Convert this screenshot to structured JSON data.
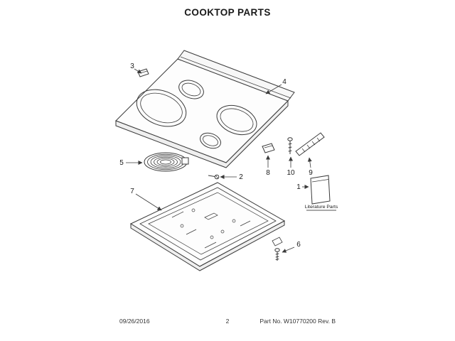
{
  "page": {
    "title": "COOKTOP PARTS"
  },
  "diagram": {
    "callouts": [
      {
        "label": "1"
      },
      {
        "label": "2"
      },
      {
        "label": "3"
      },
      {
        "label": "4"
      },
      {
        "label": "5"
      },
      {
        "label": "6"
      },
      {
        "label": "7"
      },
      {
        "label": "8"
      },
      {
        "label": "9"
      },
      {
        "label": "10"
      }
    ],
    "literature_label": "Literature Parts"
  },
  "footer": {
    "date": "09/26/2016",
    "page_number": "2",
    "part_no": "Part No. W10770200  Rev. B"
  }
}
